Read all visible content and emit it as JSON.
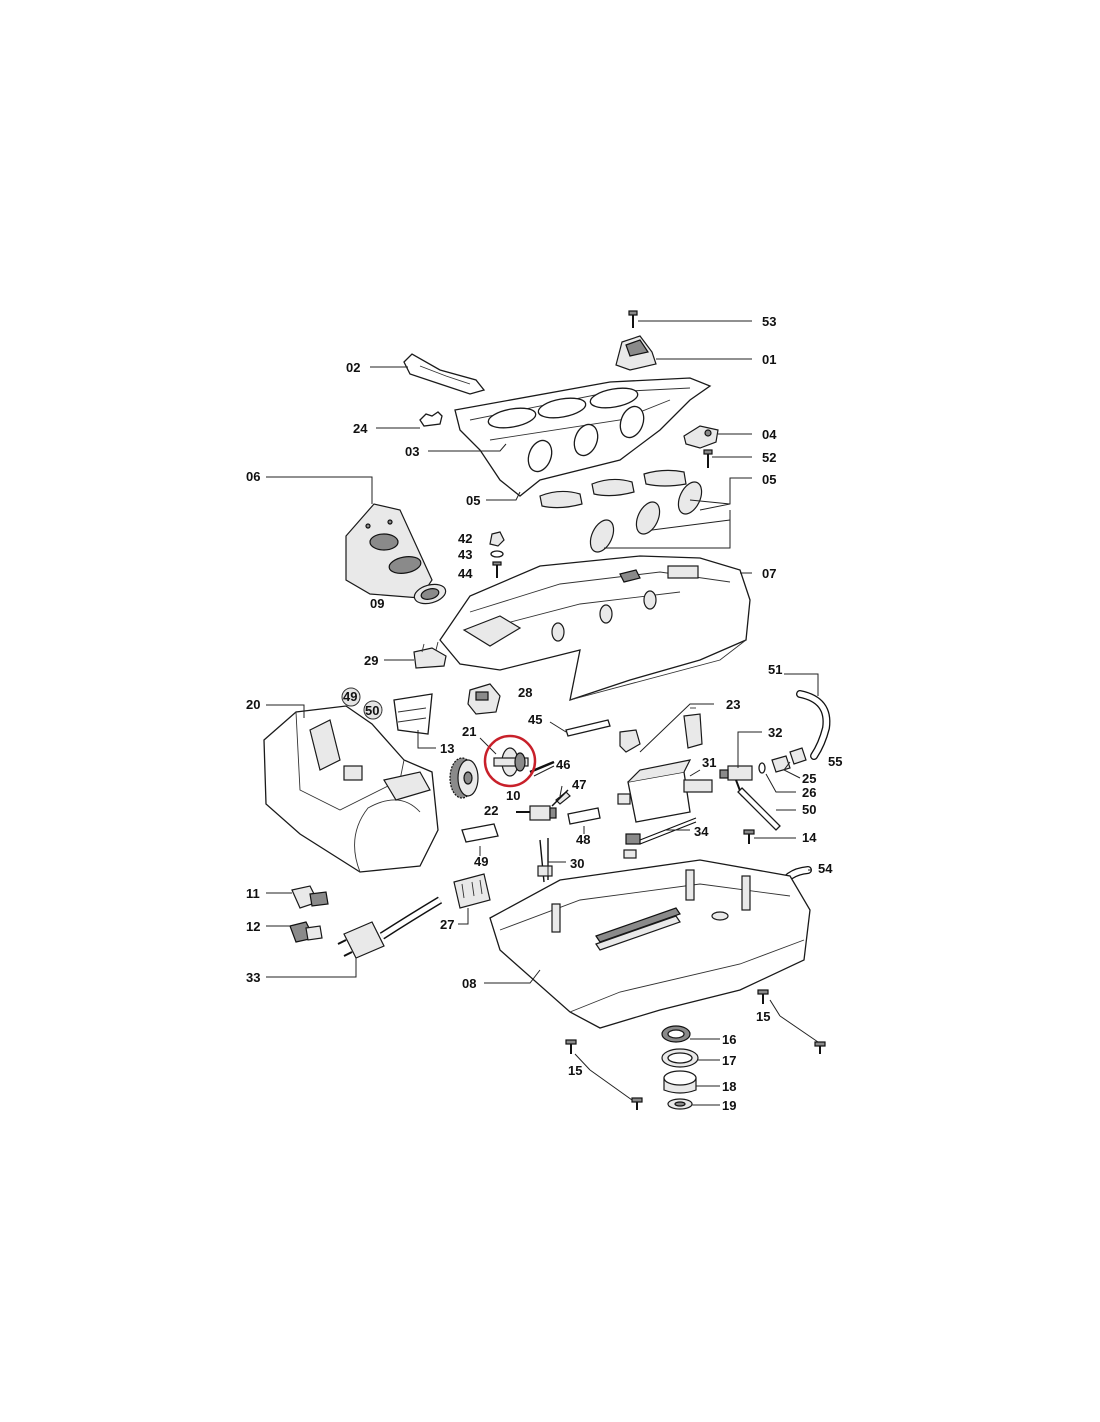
{
  "diagram": {
    "labels": [
      "53",
      "01",
      "02",
      "24",
      "03",
      "04",
      "52",
      "06",
      "05",
      "05",
      "42",
      "43",
      "44",
      "07",
      "09",
      "29",
      "28",
      "20",
      "49",
      "50",
      "13",
      "21",
      "45",
      "23",
      "32",
      "51",
      "46",
      "31",
      "55",
      "25",
      "47",
      "10",
      "26",
      "22",
      "50",
      "48",
      "14",
      "34",
      "49",
      "30",
      "54",
      "11",
      "27",
      "12",
      "33",
      "08",
      "15",
      "16",
      "17",
      "15",
      "18",
      "19"
    ],
    "circled_labels": [
      "49",
      "50"
    ],
    "highlighted_part": "21",
    "highlight_color": "#c8202a",
    "line_color": "#222222"
  }
}
